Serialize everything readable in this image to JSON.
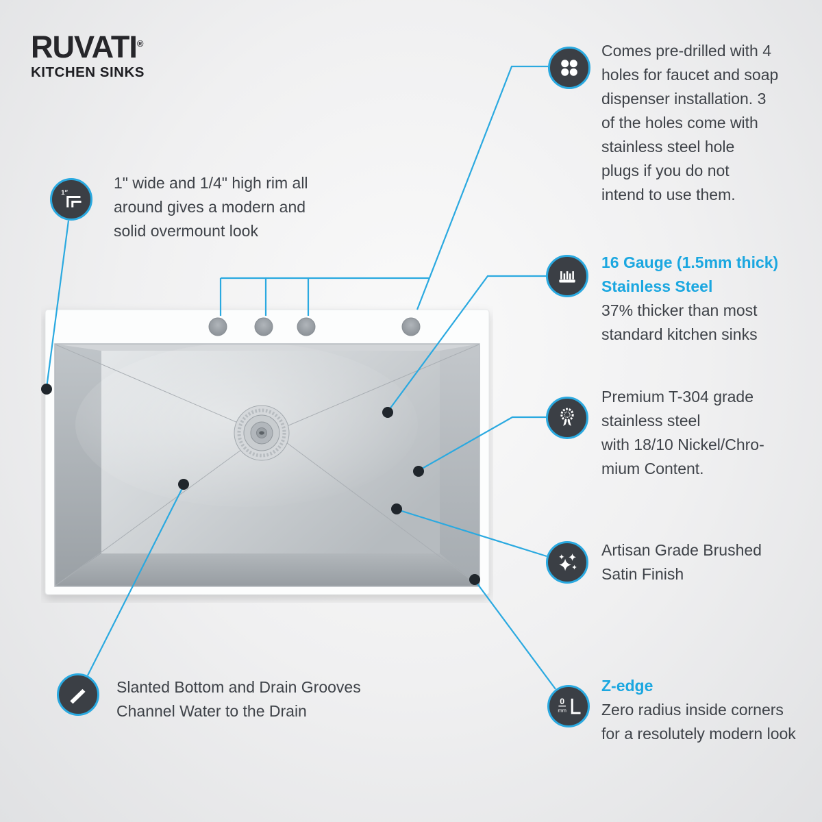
{
  "brand": {
    "name": "RUVATI",
    "registered": "®",
    "tagline": "KITCHEN SINKS"
  },
  "colors": {
    "accent": "#2aa9e0",
    "heading_blue": "#1ba7e0",
    "icon_background": "#3b3f45",
    "body_text": "#3e4248"
  },
  "callouts": {
    "pre_drilled": {
      "icon": "faucet-holes-icon",
      "text": "Comes pre-drilled with 4\nholes for faucet and soap\ndispenser installation. 3\nof the holes come with\nstainless steel hole\nplugs if you do not\nintend to use them."
    },
    "gauge": {
      "icon": "thickness-gauge-icon",
      "heading": "16 Gauge (1.5mm thick)\nStainless Steel",
      "text": "37% thicker than most\nstandard kitchen sinks"
    },
    "premium_steel": {
      "icon": "award-ribbon-icon",
      "text": "Premium T-304 grade\nstainless steel\nwith 18/10 Nickel/Chro-\nmium Content."
    },
    "finish": {
      "icon": "sparkles-icon",
      "text": "Artisan Grade Brushed\nSatin Finish"
    },
    "z_edge": {
      "icon": "zero-radius-icon",
      "heading": "Z-edge",
      "text": "Zero radius inside corners\nfor a resolutely modern look"
    },
    "rim": {
      "icon": "rim-profile-icon",
      "text": "1\" wide and 1/4\" high rim all\naround gives a modern and\nsolid overmount look"
    },
    "slanted_bottom": {
      "icon": "slope-icon",
      "text": "Slanted Bottom and Drain Grooves\nChannel Water to the Drain"
    }
  },
  "icon_labels": {
    "rim_inch": "1″",
    "zero": "0",
    "mm": "mm"
  }
}
